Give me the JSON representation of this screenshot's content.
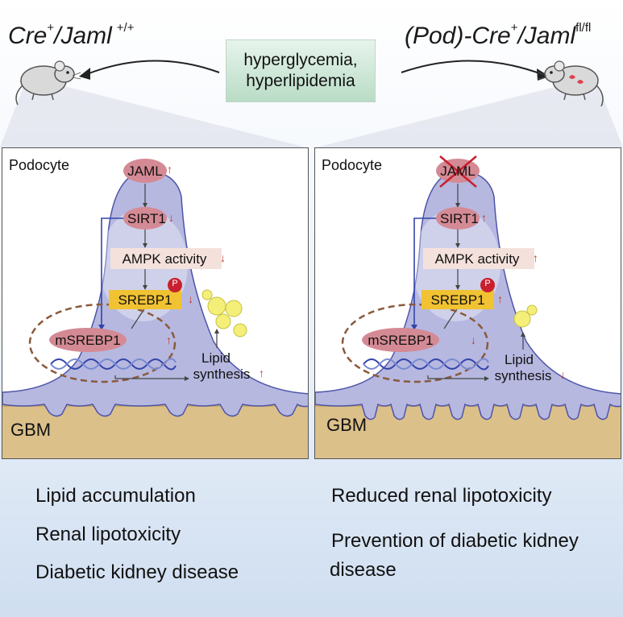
{
  "header": {
    "left_title": "Cre",
    "left_title_sup": "+",
    "left_title_rest": "/Jaml",
    "left_title_sup2": "+/+",
    "right_title_pre": "(Pod)-Cre",
    "right_title_sup": "+",
    "right_title_rest": "/Jaml",
    "right_title_sup2": "fl/fl",
    "center_line1": "hyperglycemia,",
    "center_line2": "hyperlipidemia"
  },
  "left_panel": {
    "cell_label": "Podocyte",
    "jaml": "JAML",
    "sirt1": "SIRT1",
    "ampk": "AMPK activity",
    "srebp1": "SREBP1",
    "msrebp1": "mSREBP1",
    "phospho": "P",
    "lipid1": "Lipid",
    "lipid2": "synthesis",
    "gbm": "GBM",
    "jaml_arrow": "↑",
    "sirt1_arrow": "↓",
    "ampk_arrow": "↓",
    "srebp1_arrow": "↓",
    "msrebp1_arrow": "↑",
    "lipid_arrow": "↑"
  },
  "right_panel": {
    "cell_label": "Podocyte",
    "jaml": "JAML",
    "sirt1": "SIRT1",
    "ampk": "AMPK activity",
    "srebp1": "SREBP1",
    "msrebp1": "mSREBP1",
    "phospho": "P",
    "lipid1": "Lipid",
    "lipid2": "synthesis",
    "gbm": "GBM",
    "sirt1_arrow": "↑",
    "ampk_arrow": "↑",
    "srebp1_arrow": "↑",
    "msrebp1_arrow": "↓",
    "lipid_arrow": "↓"
  },
  "outcomes_left": [
    "Lipid accumulation",
    "Renal lipotoxicity",
    "Diabetic kidney disease"
  ],
  "outcomes_right": [
    "Reduced renal lipotoxicity",
    "Prevention of diabetic kidney",
    "disease"
  ],
  "colors": {
    "cell_fill": "#b6b8e0",
    "pill_fill": "#d48a94",
    "srebp_fill": "#f1c232",
    "gbm_fill": "#dcc08a",
    "lipid_fill": "#f3ef78",
    "arrow_red": "#c0392b"
  }
}
